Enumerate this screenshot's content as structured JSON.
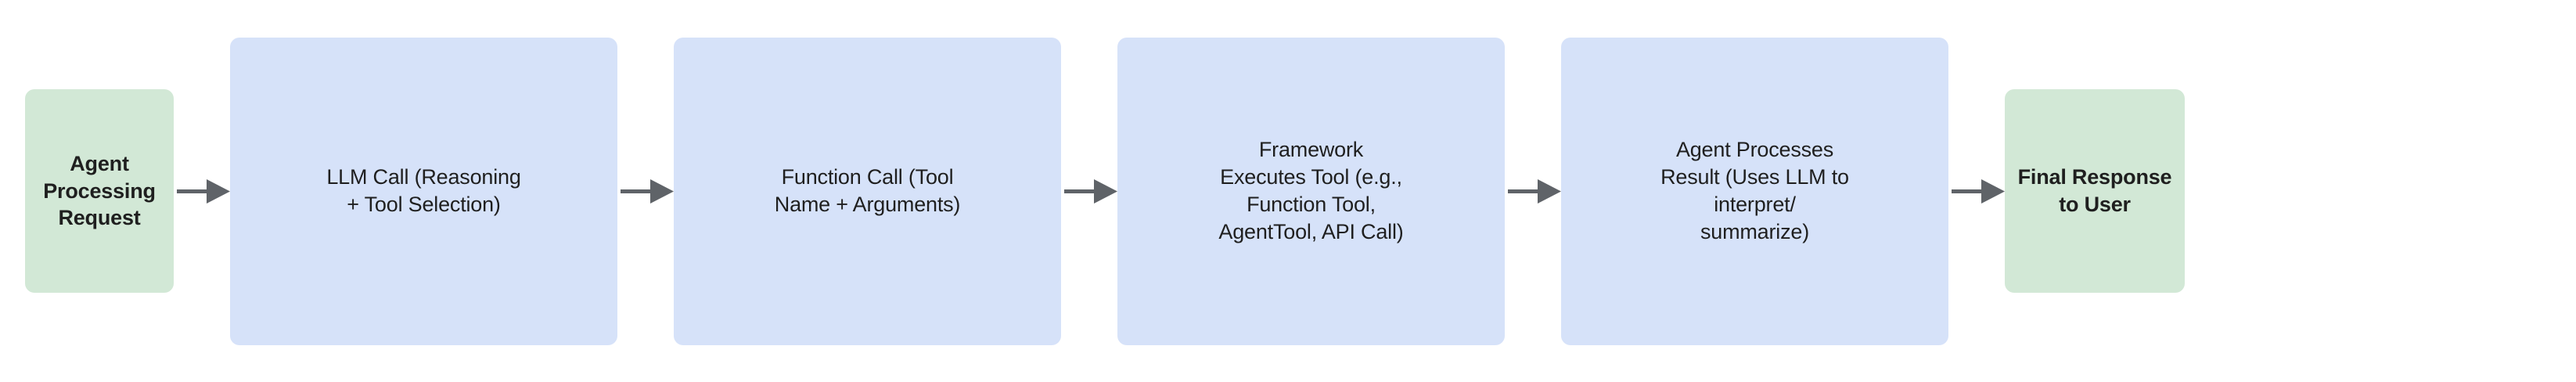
{
  "diagram": {
    "type": "flowchart",
    "orientation": "left-to-right",
    "background_color": "#ffffff",
    "colors": {
      "terminal_fill": "#d2e8d6",
      "process_fill": "#d6e2f9",
      "text": "#1f1f1f",
      "connector": "#5f6368"
    },
    "nodes": [
      {
        "id": "agent-processing-request",
        "kind": "terminal",
        "label": "Agent\nProcessing\nRequest",
        "fill": "#d2e8d6"
      },
      {
        "id": "llm-call",
        "kind": "process",
        "label": "LLM Call (Reasoning\n+ Tool Selection)",
        "fill": "#d6e2f9"
      },
      {
        "id": "function-call",
        "kind": "process",
        "label": "Function Call (Tool\nName + Arguments)",
        "fill": "#d6e2f9"
      },
      {
        "id": "framework-executes-tool",
        "kind": "process",
        "label": "Framework\nExecutes Tool (e.g.,\nFunction Tool,\nAgentTool, API Call)",
        "fill": "#d6e2f9"
      },
      {
        "id": "agent-processes-result",
        "kind": "process",
        "label": "Agent Processes\nResult (Uses LLM to\ninterpret/\nsummarize)",
        "fill": "#d6e2f9"
      },
      {
        "id": "final-response-to-user",
        "kind": "terminal",
        "label": "Final Response\nto User",
        "fill": "#d2e8d6"
      }
    ],
    "connectors": [
      {
        "id": "edge-1",
        "from": "agent-processing-request",
        "to": "llm-call",
        "style": "solid-arrow",
        "label": ""
      },
      {
        "id": "edge-2",
        "from": "llm-call",
        "to": "function-call",
        "style": "solid-arrow",
        "label": ""
      },
      {
        "id": "edge-3",
        "from": "function-call",
        "to": "framework-executes-tool",
        "style": "solid-arrow",
        "label": ""
      },
      {
        "id": "edge-4",
        "from": "framework-executes-tool",
        "to": "agent-processes-result",
        "style": "solid-arrow",
        "label": ""
      },
      {
        "id": "edge-5",
        "from": "agent-processes-result",
        "to": "final-response-to-user",
        "style": "solid-arrow",
        "label": ""
      }
    ]
  }
}
